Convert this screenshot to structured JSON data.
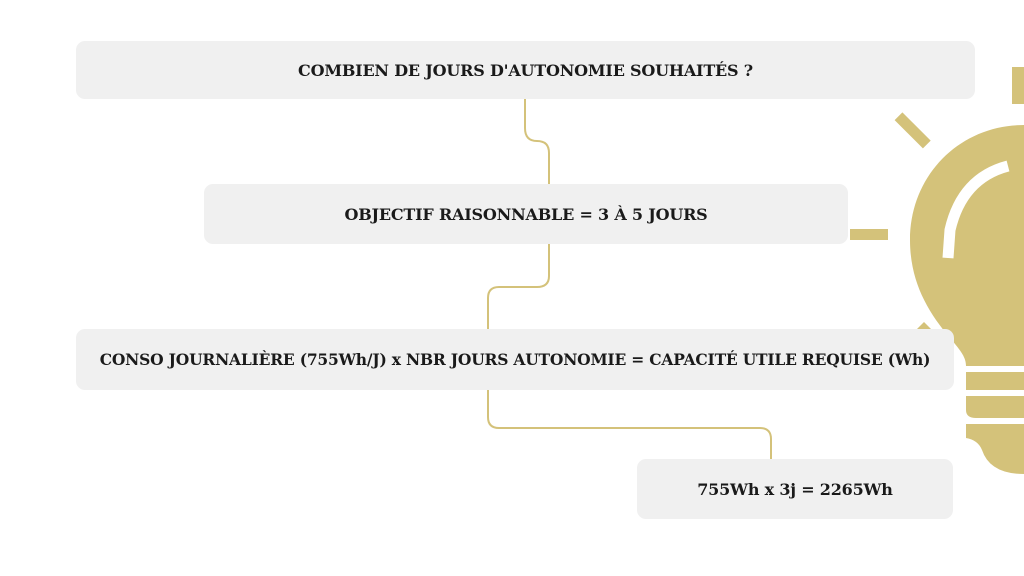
{
  "steps": [
    "COMBIEN DE JOURS D'AUTONOMIE SOUHAITÉS ?",
    "OBJECTIF RAISONNABLE = 3 À 5 JOURS",
    "CONSO JOURNALIÈRE (755Wh/J) x NBR JOURS AUTONOMIE = CAPACITÉ UTILE REQUISE (Wh)",
    "755Wh x 3j = 2265Wh"
  ],
  "colors": {
    "accent": "#d4c27a",
    "box_fill": "#f0f0f0",
    "text": "#1a1a1a"
  },
  "decoration": "lightbulb-icon"
}
